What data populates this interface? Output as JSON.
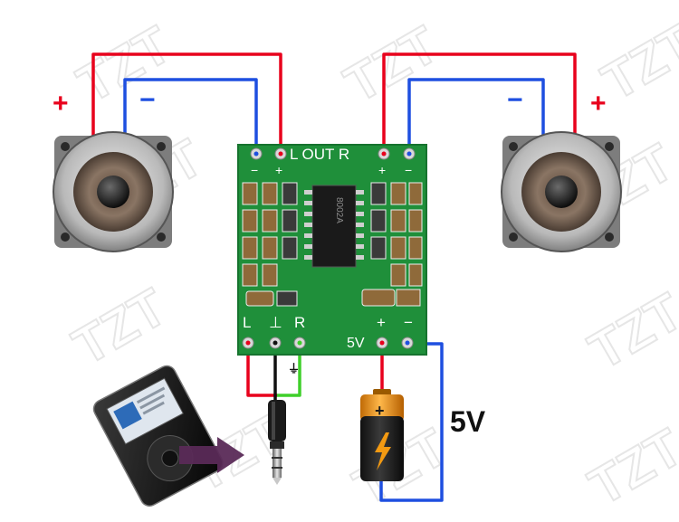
{
  "watermark": "TZT",
  "speaker_left": {
    "plus": "+",
    "minus": "−"
  },
  "speaker_right": {
    "plus": "+",
    "minus": "−"
  },
  "board": {
    "top_label": "L OUT R",
    "top_pins_left": {
      "minus": "−",
      "plus": "+"
    },
    "top_pins_right": {
      "plus": "+",
      "minus": "−"
    },
    "input_labels": {
      "left": "L",
      "ground": "⊥",
      "right": "R"
    },
    "power_labels": {
      "voltage": "5V",
      "plus": "+",
      "minus": "−"
    },
    "chip_text": "8002A"
  },
  "ground_symbol": "⏚",
  "battery": {
    "plus": "+"
  },
  "supply_label": "5V",
  "colors": {
    "wire_positive": "#e8001c",
    "wire_negative": "#1e4fe0",
    "wire_right_channel": "#3fcf2a",
    "wire_ground": "#111111",
    "pcb": "#1f8f3a",
    "battery_top": "#f39a12",
    "arrow": "#5a2a57"
  }
}
